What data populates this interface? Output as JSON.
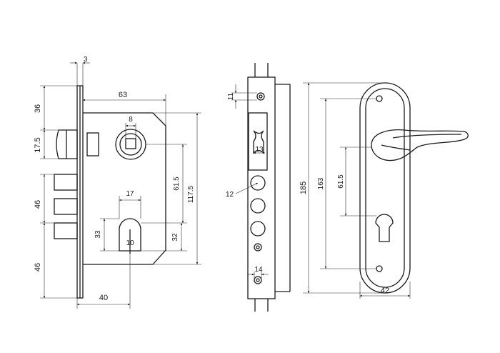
{
  "diagram": {
    "side_view": {
      "plate_thickness": "3",
      "height_top": "36",
      "latch_height": "17.5",
      "bolt_pitch": "46",
      "bottom_offset": "46"
    },
    "front_view": {
      "body_width": "63",
      "spindle_square": "8",
      "spindle_to_cylinder": "61.5",
      "body_height": "117.5",
      "cylinder_width": "17",
      "cylinder_height": "33",
      "cylinder_pin": "10",
      "cylinder_offset": "32",
      "backset": "40"
    },
    "faceplate_view": {
      "top_hole": "11",
      "latch_window": "13",
      "bolt_diameter": "12",
      "bottom_hole": "14"
    },
    "handle_view": {
      "total_height": "185",
      "screw_distance": "163",
      "handle_to_key": "61.5",
      "width": "42"
    }
  }
}
